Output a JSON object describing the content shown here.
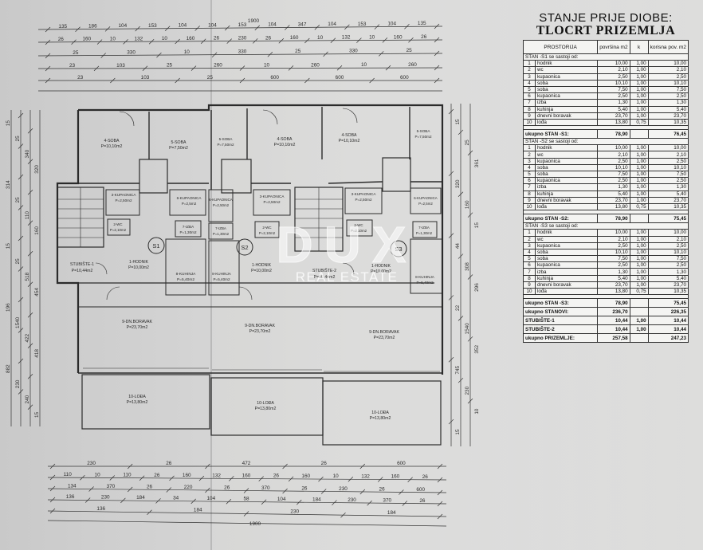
{
  "title": {
    "line1": "STANJE PRIJE DIOBE:",
    "line2": "TLOCRT PRIZEMLJA"
  },
  "table": {
    "headers": {
      "room": "PROSTORIJA",
      "area": "površina m2",
      "k": "k",
      "useful": "korisna pov. m2"
    },
    "sections": [
      {
        "heading": "STAN -S1  se sastoji od:",
        "rows": [
          [
            "1",
            "hodnik",
            "10,00",
            "1,00",
            "10,00"
          ],
          [
            "2",
            "wc",
            "2,10",
            "1,00",
            "2,10"
          ],
          [
            "3",
            "kupaonica",
            "2,50",
            "1,00",
            "2,50"
          ],
          [
            "4",
            "soba",
            "10,10",
            "1,00",
            "10,10"
          ],
          [
            "5",
            "soba",
            "7,50",
            "1,00",
            "7,50"
          ],
          [
            "6",
            "kupaonica",
            "2,50",
            "1,00",
            "2,50"
          ],
          [
            "7",
            "izba",
            "1,30",
            "1,00",
            "1,30"
          ],
          [
            "8",
            "kuhinja",
            "5,40",
            "1,00",
            "5,40"
          ],
          [
            "9",
            "dnevni boravak",
            "23,70",
            "1,00",
            "23,70"
          ],
          [
            "10",
            "lođa",
            "13,80",
            "0,75",
            "10,35"
          ]
        ],
        "total_label": "ukupno STAN -S1:",
        "total_area": "78,90",
        "total_useful": "76,45"
      },
      {
        "heading": "STAN -S2  se sastoji od:",
        "rows": [
          [
            "1",
            "hodnik",
            "10,00",
            "1,00",
            "10,00"
          ],
          [
            "2",
            "wc",
            "2,10",
            "1,00",
            "2,10"
          ],
          [
            "3",
            "kupaonica",
            "2,50",
            "1,00",
            "2,50"
          ],
          [
            "4",
            "soba",
            "10,10",
            "1,00",
            "10,10"
          ],
          [
            "5",
            "soba",
            "7,50",
            "1,00",
            "7,50"
          ],
          [
            "6",
            "kupaonica",
            "2,50",
            "1,00",
            "2,50"
          ],
          [
            "7",
            "izba",
            "1,30",
            "1,00",
            "1,30"
          ],
          [
            "8",
            "kuhinja",
            "5,40",
            "1,00",
            "5,40"
          ],
          [
            "9",
            "dnevni boravak",
            "23,70",
            "1,00",
            "23,70"
          ],
          [
            "10",
            "lođa",
            "13,80",
            "0,75",
            "10,35"
          ]
        ],
        "total_label": "ukupno STAN -S2:",
        "total_area": "78,90",
        "total_useful": "75,45"
      },
      {
        "heading": "STAN -S3  se sastoji od:",
        "rows": [
          [
            "1",
            "hodnik",
            "10,00",
            "1,00",
            "10,00"
          ],
          [
            "2",
            "wc",
            "2,10",
            "1,00",
            "2,10"
          ],
          [
            "3",
            "kupaonica",
            "2,50",
            "1,00",
            "2,50"
          ],
          [
            "4",
            "soba",
            "10,10",
            "1,00",
            "10,10"
          ],
          [
            "5",
            "soba",
            "7,50",
            "1,00",
            "7,50"
          ],
          [
            "6",
            "kupaonica",
            "2,50",
            "1,00",
            "2,50"
          ],
          [
            "7",
            "izba",
            "1,30",
            "1,00",
            "1,30"
          ],
          [
            "8",
            "kuhinja",
            "5,40",
            "1,00",
            "5,40"
          ],
          [
            "9",
            "dnevni boravak",
            "23,70",
            "1,00",
            "23,70"
          ],
          [
            "10",
            "lođa",
            "13,80",
            "0,75",
            "10,35"
          ]
        ],
        "total_label": "ukupno STAN -S3:",
        "total_area": "78,90",
        "total_useful": "75,45"
      }
    ],
    "summary": [
      {
        "label": "ukupno STANOVI:",
        "area": "236,70",
        "k": "",
        "useful": "226,35"
      },
      {
        "label": "STUBIŠTE-1",
        "area": "10,44",
        "k": "1,00",
        "useful": "10,44"
      },
      {
        "label": "STUBIŠTE-2",
        "area": "10,44",
        "k": "1,00",
        "useful": "10,44"
      },
      {
        "label": "ukupno PRIZEMLJE:",
        "area": "257,58",
        "k": "",
        "useful": "247,23"
      }
    ]
  },
  "plan": {
    "rooms": {
      "s1_soba4": {
        "name": "4-SOBA",
        "area": "P=10,10m2"
      },
      "s1_soba5": {
        "name": "5-SOBA",
        "area": "P=7,50m2"
      },
      "s1_kup3": {
        "name": "3-KUPAONICA",
        "area": "P=2,50m2"
      },
      "s1_kup6": {
        "name": "6-KUPAONICA",
        "area": "P=2,5m2"
      },
      "s1_wc": {
        "name": "2-WC",
        "area": "P=2,10m2"
      },
      "s1_izba": {
        "name": "7-IZBA",
        "area": "P=1,30m2"
      },
      "s1_hodnik": {
        "name": "1-HODNIK",
        "area": "P=10,00m2"
      },
      "s1_kuhinja": {
        "name": "8-KUHINJA",
        "area": "P=5,40m2"
      },
      "s1_boravak": {
        "name": "9-DN.BORAVAK",
        "area": "P=23,70m2"
      },
      "s1_loda": {
        "name": "10-LOĐA",
        "area": "P=13,80m2"
      },
      "stub1": {
        "name": "STUBIŠTE-1",
        "area": "P=10,44m2"
      },
      "s2_soba5": {
        "name": "5-SOBA",
        "area": "P=7,50m2"
      },
      "s2_soba4": {
        "name": "4-SOBA",
        "area": "P=10,10m2"
      },
      "s2_kup6": {
        "name": "6-KUPAONICA",
        "area": "P=2,50m2"
      },
      "s2_kup3": {
        "name": "3-KUPAONICA",
        "area": "P=2,50m2"
      },
      "s2_izba": {
        "name": "7-IZBA",
        "area": "P=1,30m2"
      },
      "s2_wc": {
        "name": "2-WC",
        "area": "P=2,10m2"
      },
      "s2_hodnik": {
        "name": "1-HODNIK",
        "area": "P=10,00m2"
      },
      "s2_kuhinja": {
        "name": "8-KUHINJA",
        "area": "P=5,40m2"
      },
      "s2_boravak": {
        "name": "9-DN.BORAVAK",
        "area": "P=23,70m2"
      },
      "s2_loda": {
        "name": "10-LOĐA",
        "area": "P=13,80m2"
      },
      "stub2": {
        "name": "STUBIŠTE-2",
        "area": "P=10,44m2"
      },
      "s3_soba4": {
        "name": "4-SOBA",
        "area": "P=10,10m2"
      },
      "s3_soba5": {
        "name": "5-SOBA",
        "area": "P=7,50m2"
      },
      "s3_kup3": {
        "name": "3-KUPAONICA",
        "area": "P=2,50m2"
      },
      "s3_kup6": {
        "name": "6-KUPAONICA",
        "area": "P=2,5m2"
      },
      "s3_wc": {
        "name": "2-WC",
        "area": "P=2,10m2"
      },
      "s3_izba": {
        "name": "7-IZBA",
        "area": "P=1,30m2"
      },
      "s3_hodnik": {
        "name": "1-HODNIK",
        "area": "P=10,00m2"
      },
      "s3_kuhinja": {
        "name": "8-KUHINJA",
        "area": "P=5,40m2"
      },
      "s3_boravak": {
        "name": "9-DN.BORAVAK",
        "area": "P=23,70m2"
      },
      "s3_loda": {
        "name": "10-LOĐA",
        "area": "P=13,80m2"
      }
    },
    "apartment_marks": [
      "S1",
      "S2",
      "S3"
    ],
    "dims_top": {
      "total": "1900",
      "row1": [
        "135",
        "186",
        "104",
        "153",
        "104",
        "104",
        "153",
        "104",
        "347",
        "104",
        "153",
        "104",
        "135"
      ],
      "row2": [
        "26",
        "160",
        "10",
        "132",
        "10",
        "160",
        "26",
        "230",
        "26",
        "160",
        "10",
        "132",
        "10",
        "160",
        "26"
      ],
      "row3": [
        "25",
        "330",
        "10",
        "330",
        "25",
        "330",
        "25"
      ],
      "row4": [
        "23",
        "103",
        "25",
        "260",
        "10",
        "260",
        "10",
        "260"
      ],
      "row5": [
        "23",
        "103",
        "25",
        "600",
        "600",
        "600"
      ]
    },
    "dims_bottom": {
      "total": "1900",
      "row1": [
        "230",
        "26",
        "472",
        "26",
        "600"
      ],
      "row2": [
        "110",
        "10",
        "110",
        "26",
        "160",
        "132",
        "160",
        "26",
        "160",
        "10",
        "132",
        "160",
        "26"
      ],
      "row3": [
        "134",
        "370",
        "26",
        "220",
        "26",
        "370",
        "26",
        "230",
        "26",
        "600"
      ],
      "row4": [
        "136",
        "230",
        "184",
        "34",
        "104",
        "58",
        "104",
        "184",
        "230",
        "370",
        "26"
      ],
      "row5": [
        "136",
        "184",
        "230",
        "184"
      ]
    },
    "dims_left": [
      "15",
      "25",
      "340",
      "320",
      "314",
      "25",
      "110",
      "160",
      "15",
      "25",
      "518",
      "454",
      "196",
      "1540",
      "422",
      "418",
      "882",
      "230",
      "240",
      "15"
    ],
    "dims_right": [
      "15",
      "25",
      "361",
      "320",
      "160",
      "15",
      "44",
      "308",
      "296",
      "22",
      "1540",
      "352",
      "745",
      "230",
      "10",
      "15"
    ]
  },
  "watermark": {
    "logo": "DUX",
    "subtitle": "REAL ESTATE"
  }
}
